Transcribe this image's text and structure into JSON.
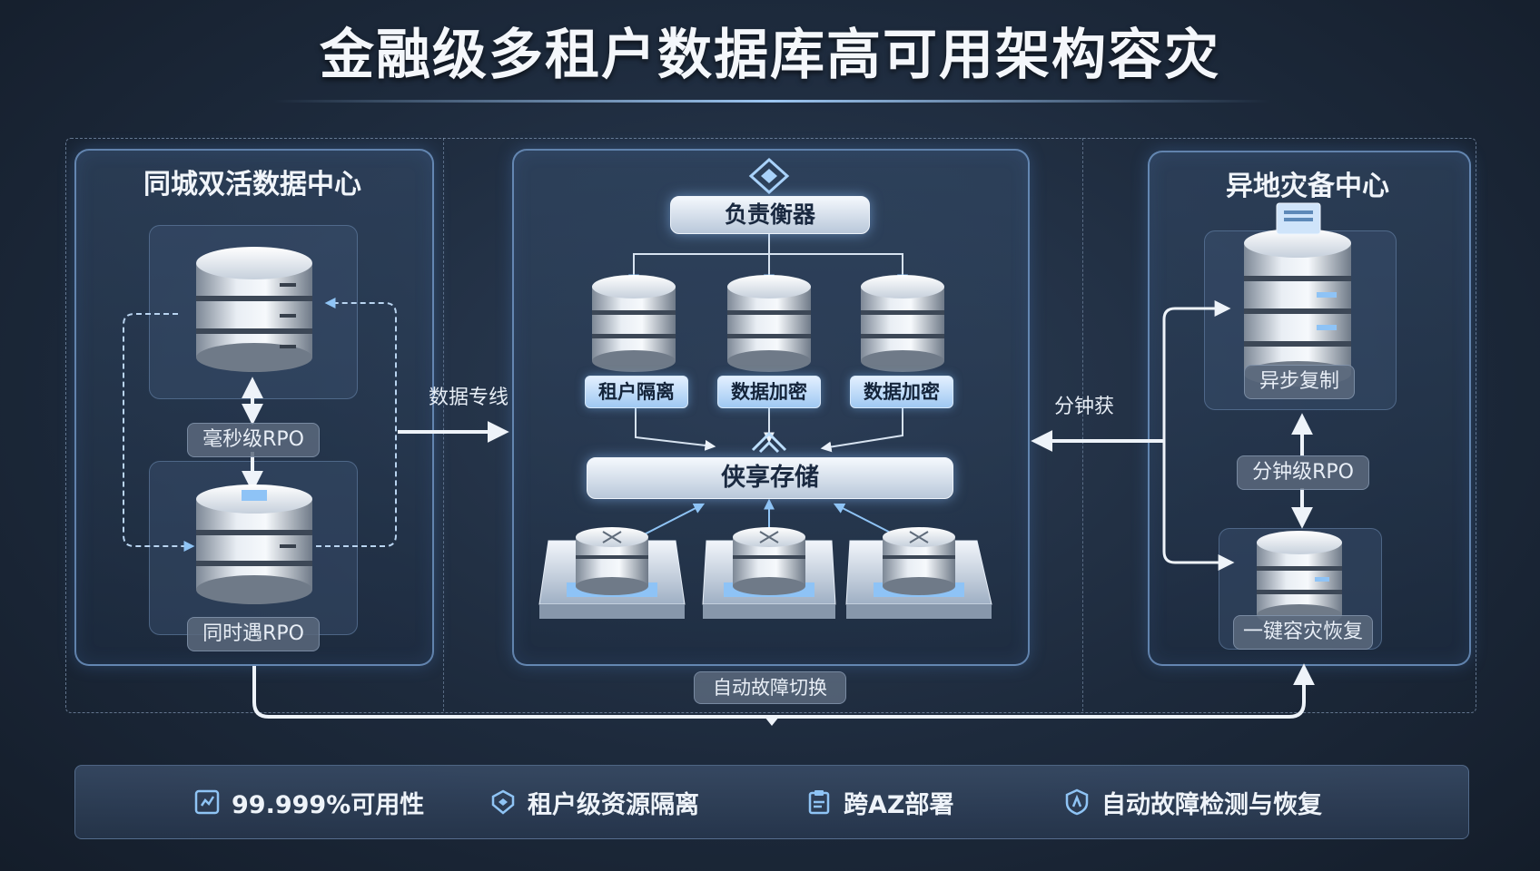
{
  "title": "金融级多租户数据库高可用架构容灾",
  "left_panel": {
    "title": "同城双活数据中心",
    "label_top": "毫秒级RPO",
    "label_bottom": "同时遇RPO"
  },
  "link_left": "数据专线",
  "center_panel": {
    "load_balancer": "负责衡器",
    "tags": [
      "租户隔离",
      "数据加密",
      "数据加密"
    ],
    "shared_storage": "侠享存储",
    "failover": "自动故障切换"
  },
  "link_right": "分钟获",
  "right_panel": {
    "title": "异地灾备中心",
    "async": "异步复制",
    "rpo": "分钟级RPO",
    "restore": "一键容灾恢复"
  },
  "features": [
    {
      "icon": "availability-icon",
      "label": "99.999%可用性"
    },
    {
      "icon": "shield-icon",
      "label": "租户级资源隔离"
    },
    {
      "icon": "clipboard-icon",
      "label": "跨AZ部署"
    },
    {
      "icon": "badge-icon",
      "label": "自动故障检测与恢复"
    }
  ],
  "colors": {
    "accent": "#7fb8f0",
    "background": "#1d2a3c",
    "line": "#e8eef6"
  }
}
